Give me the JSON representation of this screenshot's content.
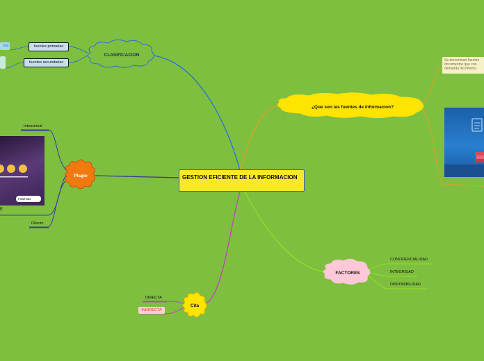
{
  "central": {
    "label": "GESTION EFICIENTE DE LA INFORMACION"
  },
  "clasificacion": {
    "label": "CLASIFICACION",
    "children": [
      "fuentes primarias",
      "fuentes secundarias"
    ],
    "cut_label": "inal"
  },
  "pregunta": {
    "label": "¿Que son las fuentes de informacion?",
    "note": "Se denominan fuentes documentos que con demanda de informa"
  },
  "plagio": {
    "label": "Plagio",
    "children": [
      "Intencional",
      "Directo"
    ],
    "cut_label": "E",
    "image_brand": "FONTOIN"
  },
  "factores": {
    "label": "FACTORES",
    "children": [
      "CONFIDENCIALIDAD",
      "INTEGRIDAD",
      "DISPONIBILIDAD"
    ]
  },
  "cita": {
    "label": "Cita",
    "children": [
      "DIRECTA",
      "INDIRECTA"
    ]
  },
  "colors": {
    "background": "#7fbf3f",
    "central_fill": "#f7e82a",
    "clasificacion_branch": "#2a6fd6",
    "pregunta_branch": "#e0a020",
    "plagio_branch": "#3a3a9a",
    "factores_branch": "#8fe020",
    "cita_branch": "#c040c0"
  }
}
